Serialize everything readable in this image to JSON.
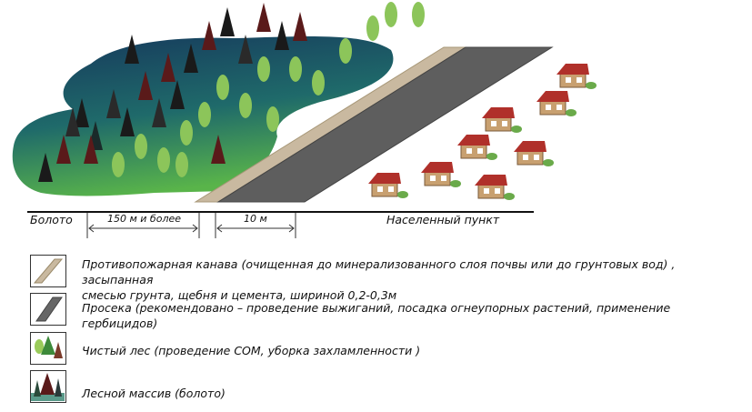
{
  "scale": {
    "left_label": "Болото",
    "dim1_label": "150 м и более",
    "dim2_label": "10 м",
    "right_label": "Населенный пункт"
  },
  "legend": [
    {
      "icon": "firebreak-ditch-icon",
      "text_line1": "Противопожарная канава (очищенная до минерализованного слоя почвы или до грунтовых вод) , засыпанная",
      "text_line2": "смесью грунта, щебня и цемента, шириной 0,2-0,3м"
    },
    {
      "icon": "clearing-strip-icon",
      "text_line1": "Просека (рекомендовано – проведение выжиганий, посадка огнеупорных растений, применение гербицидов)"
    },
    {
      "icon": "clean-forest-icon",
      "text_line1": "Чистый лес (проведение СОМ, уборка захламленности )"
    },
    {
      "icon": "forest-massif-icon",
      "text_line1": "Лесной массив (болото)"
    }
  ],
  "colors": {
    "road": "#5e5e5e",
    "gravel": "#c9b9a0",
    "swamp_dark": "#1d4a6a",
    "swamp_light": "#4fae4a",
    "house_roof": "#b0302a"
  }
}
